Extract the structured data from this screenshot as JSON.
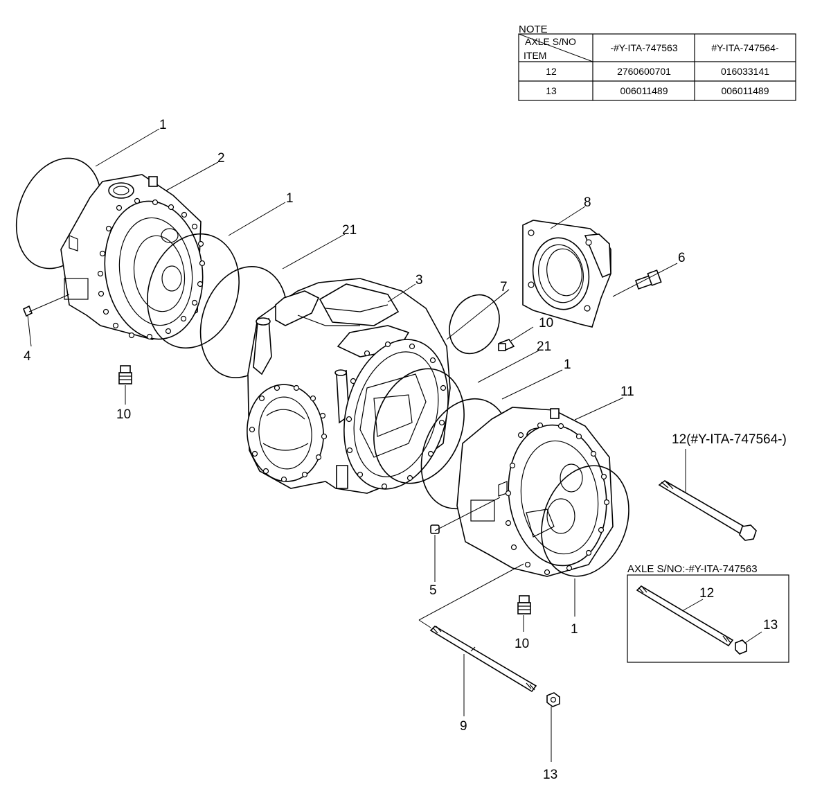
{
  "note": {
    "title": "NOTE",
    "header_axle": "AXLE S/NO",
    "header_item": "ITEM",
    "columns": [
      "-#Y-ITA-747563",
      "#Y-ITA-747564-"
    ],
    "rows": [
      {
        "item": "12",
        "values": [
          "2760600701",
          "016033141"
        ]
      },
      {
        "item": "13",
        "values": [
          "006011489",
          "006011489"
        ]
      }
    ]
  },
  "inset": {
    "title": "AXLE S/NO:-#Y-ITA-747563",
    "labels": [
      "12",
      "13"
    ]
  },
  "callouts": {
    "ring_upper_left": "1",
    "housing_left": "2",
    "ring_mid": "1",
    "gasket_upper": "21",
    "center_body": "3",
    "bearing_cap": "8",
    "cap_bolt": "6",
    "cap_oring": "7",
    "plug_upper": "10",
    "gasket_lower": "21",
    "ring_lower": "1",
    "housing_right": "11",
    "long_bolt": "12(#Y-ITA-747564-)",
    "plug_left_bottom": "10",
    "breather_left": "4",
    "breather_right": "5",
    "plug_right_bottom": "10",
    "ring_right": "1",
    "stud": "9",
    "nut": "13"
  }
}
